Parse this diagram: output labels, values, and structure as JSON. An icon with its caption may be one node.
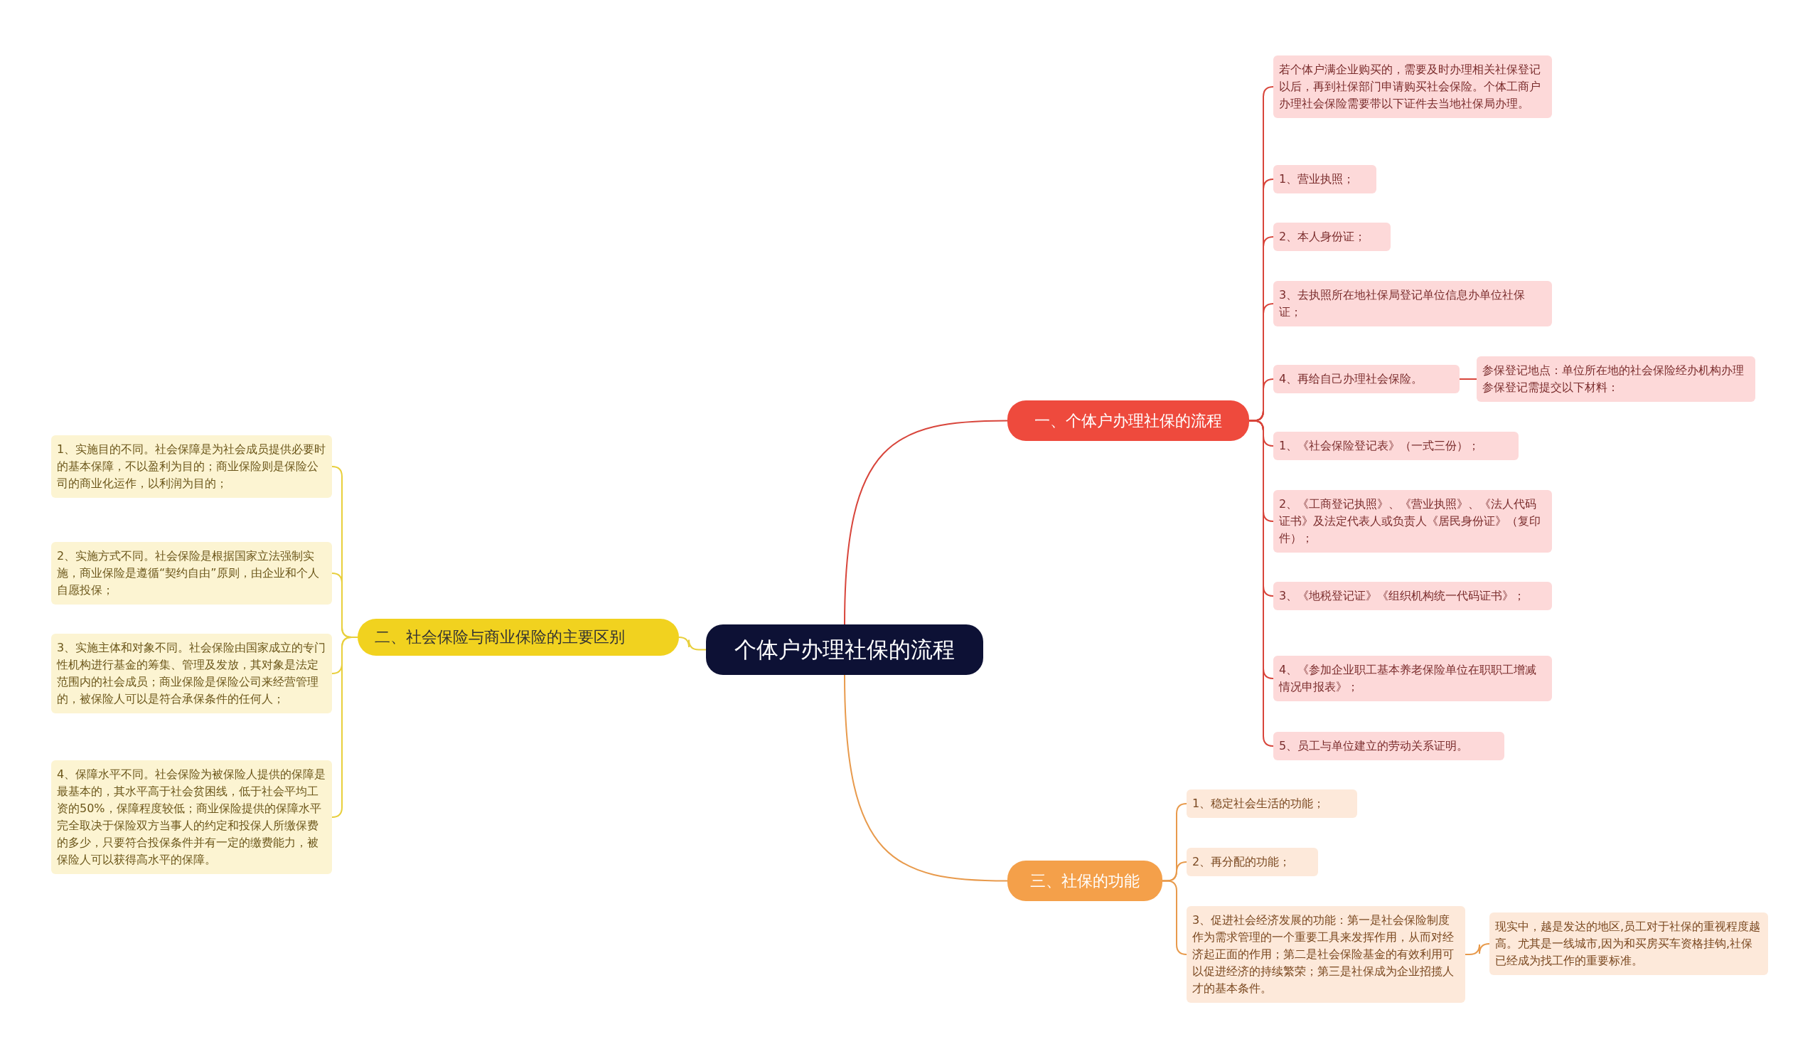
{
  "diagram": {
    "nodes": [
      {
        "text": [
          "个体户办理社保的流程"
        ]
      },
      {
        "text": [
          "一、个体户办理社保的流程"
        ]
      },
      {
        "text": [
          "若个体户满企业购买的，需要及时办理相关社保登记以后，再到社保部门申请购买社会保险。个体工商户办理社会保险需要带以下证件去当地社保局办理。"
        ]
      },
      {
        "text": [
          "1、营业执照；"
        ]
      },
      {
        "text": [
          "2、本人身份证；"
        ]
      },
      {
        "text": [
          "3、去执照所在地社保局登记单位信息办单位社保证；"
        ]
      },
      {
        "text": [
          "4、再给自己办理社会保险。"
        ]
      },
      {
        "text": [
          "参保登记地点：单位所在地的社会保险经办机构办理参保登记需提交以下材料："
        ]
      },
      {
        "text": [
          "1、《社会保险登记表》（一式三份）；"
        ]
      },
      {
        "text": [
          "2、《工商登记执照》、《营业执照》、《法人代码证书》及法定代表人或负责人《居民身份证》（复印件）；"
        ]
      },
      {
        "text": [
          "3、《地税登记证》《组织机构统一代码证书》；"
        ]
      },
      {
        "text": [
          "4、《参加企业职工基本养老保险单位在职职工增减情况申报表》；"
        ]
      },
      {
        "text": [
          "5、员工与单位建立的劳动关系证明。"
        ]
      },
      {
        "text": [
          "二、社会保险与商业保险的主要区别"
        ]
      },
      {
        "text": [
          "1、实施目的不同。社会保障是为社会成员提供必要时的基本保障，不以盈利为目的；商业保险则是保险公司的商业化运作，以利润为目的；"
        ]
      },
      {
        "text": [
          "2、实施方式不同。社会保险是根据国家立法强制实施，商业保险是遵循“契约自由”原则，由企业和个人自愿投保；"
        ]
      },
      {
        "text": [
          "3、实施主体和对象不同。社会保险由国家成立的专门性机构进行基金的筹集、管理及发放，其对象是法定范围内的社会成员；商业保险是保险公司来经营管理的，被保险人可以是符合承保条件的任何人；"
        ]
      },
      {
        "text": [
          "4、保障水平不同。社会保险为被保险人提供的保障是最基本的，其水平高于社会贫困线，低于社会平均工资的50%，保障程度较低；商业保险提供的保障水平完全取决于保险双方当事人的约定和投保人所缴保费的多少，只要符合投保条件并有一定的缴费能力，被保险人可以获得高水平的保障。"
        ]
      },
      {
        "text": [
          "三、社保的功能"
        ]
      },
      {
        "text": [
          "1、稳定社会生活的功能；"
        ]
      },
      {
        "text": [
          "2、再分配的功能；"
        ]
      },
      {
        "text": [
          "3、促进社会经济发展的功能：第一是社会保险制度作为需求管理的一个重要工具来发挥作用，从而对经济起正面的作用；第二是社会保险基金的有效利用可以促进经济的持续繁荣；第三是社保成为企业招揽人才的基本条件。"
        ]
      },
      {
        "text": [
          "现实中，越是发达的地区,员工对于社保的重视程度越高。尤其是一线城市,因为和买房买车资格挂钩,社保已经成为找工作的重要标准。"
        ]
      }
    ],
    "edges": [
      {
        "from": 0,
        "to": 1,
        "arrow": "none"
      },
      {
        "from": 1,
        "to": 2,
        "arrow": "none"
      },
      {
        "from": 1,
        "to": 3,
        "arrow": "none"
      },
      {
        "from": 1,
        "to": 4,
        "arrow": "none"
      },
      {
        "from": 1,
        "to": 5,
        "arrow": "none"
      },
      {
        "from": 1,
        "to": 6,
        "arrow": "none"
      },
      {
        "from": 6,
        "to": 7,
        "arrow": "none"
      },
      {
        "from": 1,
        "to": 8,
        "arrow": "none"
      },
      {
        "from": 1,
        "to": 9,
        "arrow": "none"
      },
      {
        "from": 1,
        "to": 10,
        "arrow": "none"
      },
      {
        "from": 1,
        "to": 11,
        "arrow": "none"
      },
      {
        "from": 1,
        "to": 12,
        "arrow": "none"
      },
      {
        "from": 0,
        "to": 13,
        "arrow": "none",
        "color": "#e8cf3c"
      },
      {
        "from": 13,
        "to": 14,
        "arrow": "none",
        "color": "#e8cf3c"
      },
      {
        "from": 13,
        "to": 15,
        "arrow": "none",
        "color": "#e8cf3c"
      },
      {
        "from": 13,
        "to": 16,
        "arrow": "none",
        "color": "#e8cf3c"
      },
      {
        "from": 13,
        "to": 17,
        "arrow": "none",
        "color": "#e8cf3c"
      },
      {
        "from": 0,
        "to": 18,
        "arrow": "none",
        "color": "#e89a4c"
      },
      {
        "from": 18,
        "to": 19,
        "arrow": "none",
        "color": "#e89a4c"
      },
      {
        "from": 18,
        "to": 20,
        "arrow": "none",
        "color": "#e89a4c"
      },
      {
        "from": 18,
        "to": 21,
        "arrow": "none",
        "color": "#e89a4c"
      },
      {
        "from": 21,
        "to": 22,
        "arrow": "none",
        "color": "#e89a4c"
      }
    ]
  }
}
